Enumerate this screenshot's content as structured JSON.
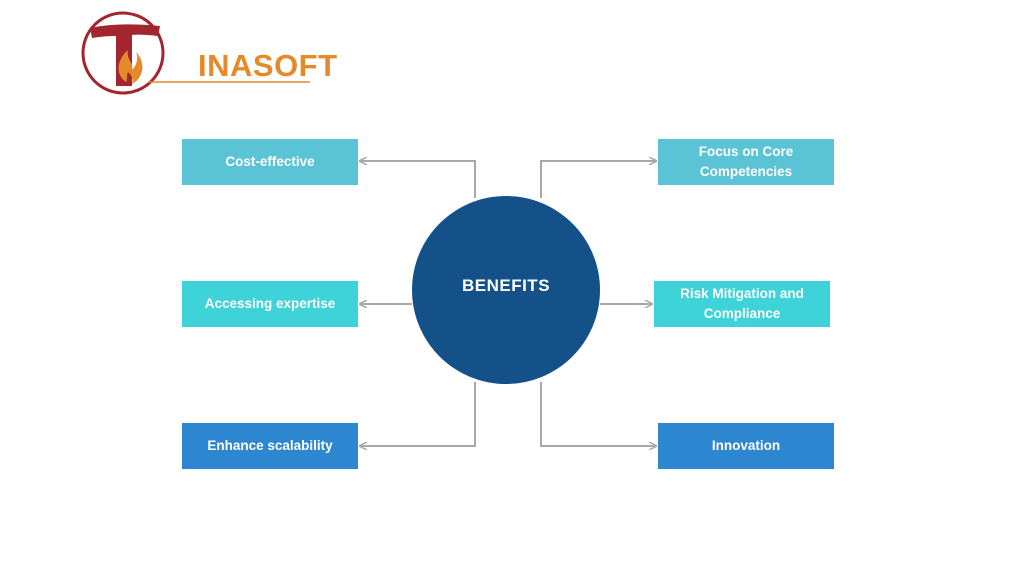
{
  "logo": {
    "text": "INASOFT",
    "colors": {
      "ring": "#a3252e",
      "t_letter": "#a3252e",
      "flame": "#e58a2a",
      "text": "#e58a2a"
    }
  },
  "center": {
    "label": "BENEFITS",
    "color": "#145189"
  },
  "left_items": [
    {
      "label": "Cost-effective",
      "color": "#5bc3d6"
    },
    {
      "label": "Accessing expertise",
      "color": "#3dd3d8"
    },
    {
      "label": "Enhance scalability",
      "color": "#2c86d0"
    }
  ],
  "right_items": [
    {
      "label": "Focus on Core Competencies",
      "color": "#5bc3d6"
    },
    {
      "label": "Risk Mitigation and Compliance",
      "color": "#3dd3d8"
    },
    {
      "label": "Innovation",
      "color": "#2c86d0"
    }
  ],
  "connector_color": "#a8a8a8"
}
